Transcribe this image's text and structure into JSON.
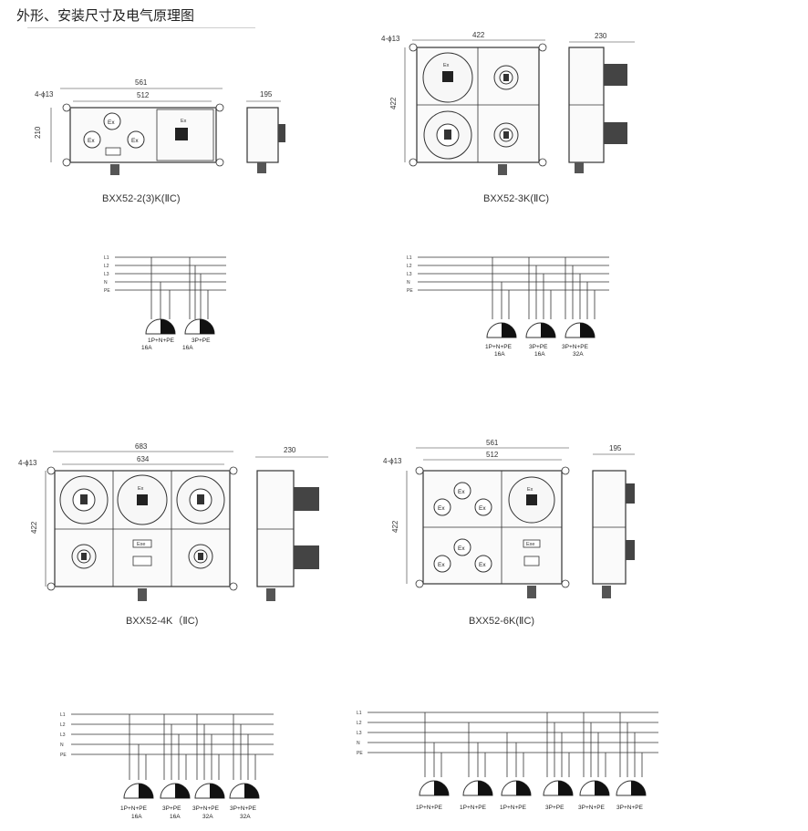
{
  "header": {
    "title": "外形、安装尺寸及电气原理图"
  },
  "colors": {
    "line": "#333333",
    "fill": "#f5f5f5",
    "dark": "#111111"
  },
  "dims": {
    "d561": "561",
    "d512": "512",
    "d683": "683",
    "d634": "634",
    "d422": "422",
    "d210": "210",
    "d195": "195",
    "d230": "230",
    "hole": "4-ϕ13"
  },
  "panel_marks": {
    "ex": "Ex",
    "exe": "Exe"
  },
  "models": {
    "m1": "BXX52-2(3)K(ⅡC)",
    "m2": "BXX52-3K(ⅡC)",
    "m3": "BXX52-4K（ⅡC)",
    "m4": "BXX52-6K(ⅡC)"
  },
  "wires": [
    "L1",
    "L2",
    "L3",
    "N",
    "PE"
  ],
  "sockets": {
    "s1a": {
      "type": "1P+N+PE",
      "rating": "16A"
    },
    "s1b": {
      "type": "3P+PE",
      "rating": "16A"
    },
    "s2a": {
      "type": "1P+N+PE",
      "rating": "16A"
    },
    "s2b": {
      "type": "3P+PE",
      "rating": "16A"
    },
    "s2c": {
      "type": "3P+N+PE",
      "rating": "32A"
    },
    "s3a": {
      "type": "1P+N+PE",
      "rating": "16A"
    },
    "s3b": {
      "type": "3P+PE",
      "rating": "16A"
    },
    "s3c": {
      "type": "3P+N+PE",
      "rating": "32A"
    },
    "s3d": {
      "type": "3P+N+PE",
      "rating": "32A"
    },
    "s4a": {
      "type": "1P+N+PE"
    },
    "s4b": {
      "type": "1P+N+PE"
    },
    "s4c": {
      "type": "1P+N+PE"
    },
    "s4d": {
      "type": "3P+PE"
    },
    "s4e": {
      "type": "3P+N+PE"
    },
    "s4f": {
      "type": "3P+N+PE"
    }
  }
}
